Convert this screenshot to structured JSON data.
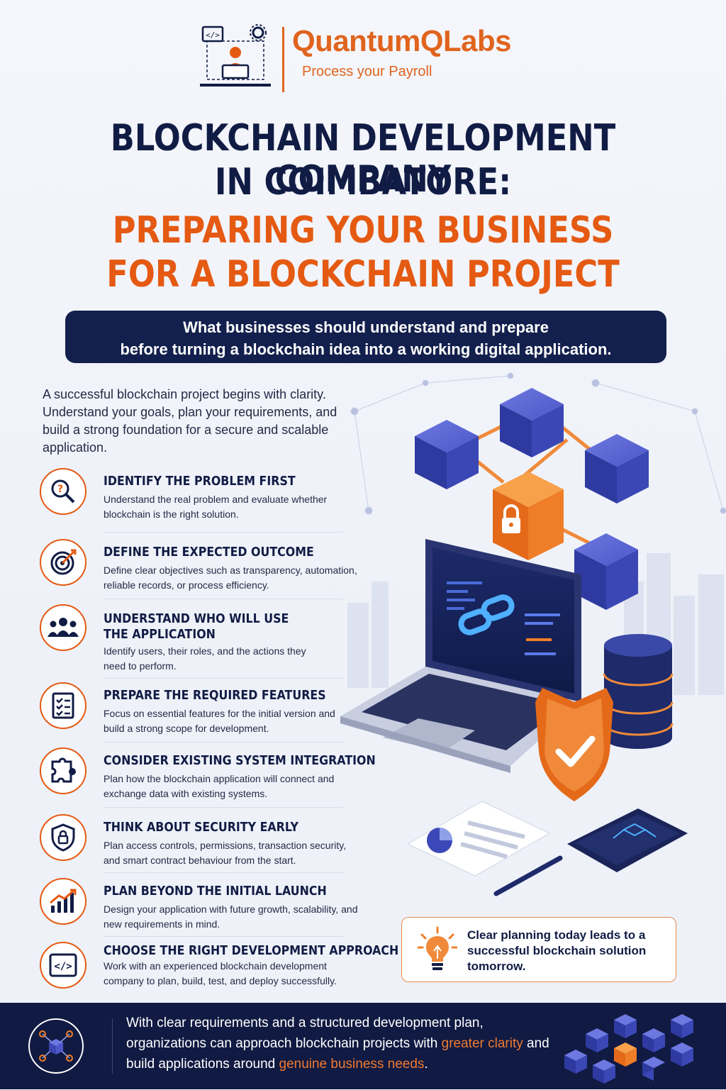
{
  "brand": {
    "name": "QuantumQLabs",
    "tagline": "Process your Payroll"
  },
  "title": {
    "line1": "BLOCKCHAIN DEVELOPMENT COMPANY",
    "line2": "IN COIMBATORE:",
    "line3": "PREPARING YOUR BUSINESS",
    "line4": "FOR A BLOCKCHAIN PROJECT"
  },
  "banner": {
    "line1": "What businesses should understand and prepare",
    "line2": "before turning a blockchain idea into a working digital application."
  },
  "intro": "A successful blockchain project begins with clarity. Understand your goals, plan your requirements, and build a strong foundation for a secure and scalable application.",
  "steps": [
    {
      "icon": "search-question-icon",
      "title": "IDENTIFY THE PROBLEM FIRST",
      "desc": "Understand the real problem and evaluate whether blockchain is the right solution."
    },
    {
      "icon": "target-icon",
      "title": "DEFINE THE EXPECTED OUTCOME",
      "desc": "Define clear objectives such as transparency, automation, reliable records, or process efficiency."
    },
    {
      "icon": "users-icon",
      "title": "UNDERSTAND WHO WILL USE",
      "title2": "THE APPLICATION",
      "desc": "Identify users, their roles, and the actions they need to perform."
    },
    {
      "icon": "checklist-icon",
      "title": "PREPARE THE REQUIRED FEATURES",
      "desc": "Focus on essential features for the initial version and build a strong scope for development."
    },
    {
      "icon": "puzzle-icon",
      "title": "CONSIDER EXISTING SYSTEM INTEGRATION",
      "desc": "Plan how the blockchain application will connect and exchange data with existing systems."
    },
    {
      "icon": "shield-lock-icon",
      "title": "THINK ABOUT SECURITY EARLY",
      "desc": "Plan access controls, permissions, transaction security, and smart contract behaviour from the start."
    },
    {
      "icon": "growth-chart-icon",
      "title": "PLAN BEYOND THE INITIAL LAUNCH",
      "desc": "Design your application with future growth, scalability, and new requirements in mind."
    },
    {
      "icon": "code-icon",
      "title": "CHOOSE THE RIGHT DEVELOPMENT APPROACH",
      "desc": "Work with an experienced blockchain development company to plan, build, test, and deploy successfully."
    }
  ],
  "tip": {
    "icon": "lightbulb-icon",
    "text": "Clear planning today leads to a successful blockchain solution tomorrow."
  },
  "footer": {
    "text_a": "With clear requirements and a structured development plan, organizations can approach blockchain projects with ",
    "highlight1": "greater clarity",
    "text_b": " and build applications around ",
    "highlight2": "genuine business needs",
    "text_c": "."
  },
  "colors": {
    "navy": "#13204d",
    "orange": "#e55a13",
    "block_blue": "#3d48b8"
  }
}
